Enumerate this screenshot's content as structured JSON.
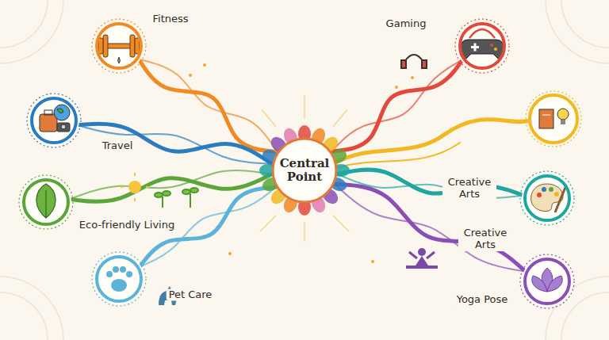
{
  "diagram": {
    "nodes": [
      {
        "text": [
          "Central Point"
        ]
      },
      {
        "text": [
          "Fitness"
        ]
      },
      {
        "text": [
          "Travel"
        ]
      },
      {
        "text": [
          "Eco-friendly Living"
        ]
      },
      {
        "text": [
          "Pet Care"
        ]
      },
      {
        "text": [
          "Gaming"
        ]
      },
      {
        "text": [
          "Creative Arts"
        ]
      },
      {
        "text": [
          "Yoga Pose"
        ]
      }
    ],
    "edges": [
      {
        "from": 0,
        "to": 1,
        "arrow": "none"
      },
      {
        "from": 0,
        "to": 2,
        "arrow": "none"
      },
      {
        "from": 0,
        "to": 3,
        "arrow": "none"
      },
      {
        "from": 0,
        "to": 4,
        "arrow": "none"
      },
      {
        "from": 0,
        "to": 5,
        "arrow": "none"
      },
      {
        "from": 0,
        "to": 6,
        "arrow": "none"
      },
      {
        "from": 0,
        "to": 7,
        "arrow": "none"
      }
    ],
    "labels": [
      "Creative Arts"
    ]
  }
}
